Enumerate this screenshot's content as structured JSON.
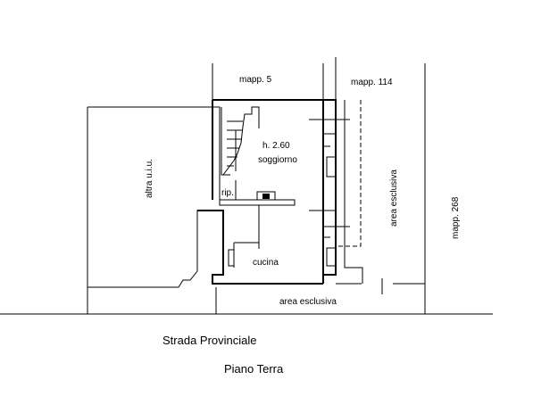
{
  "labels": {
    "mapp5": "mapp. 5",
    "mapp114": "mapp. 114",
    "mapp268": "mapp. 268",
    "altra_uiu": "altra u.i.u.",
    "height": "h. 2.60",
    "soggiorno": "soggiorno",
    "rip": "rip.",
    "cucina": "cucina",
    "area_esclusiva_side": "area esclusiva",
    "area_esclusiva_front": "area esclusiva",
    "strada": "Strada Provinciale",
    "piano": "Piano Terra"
  }
}
